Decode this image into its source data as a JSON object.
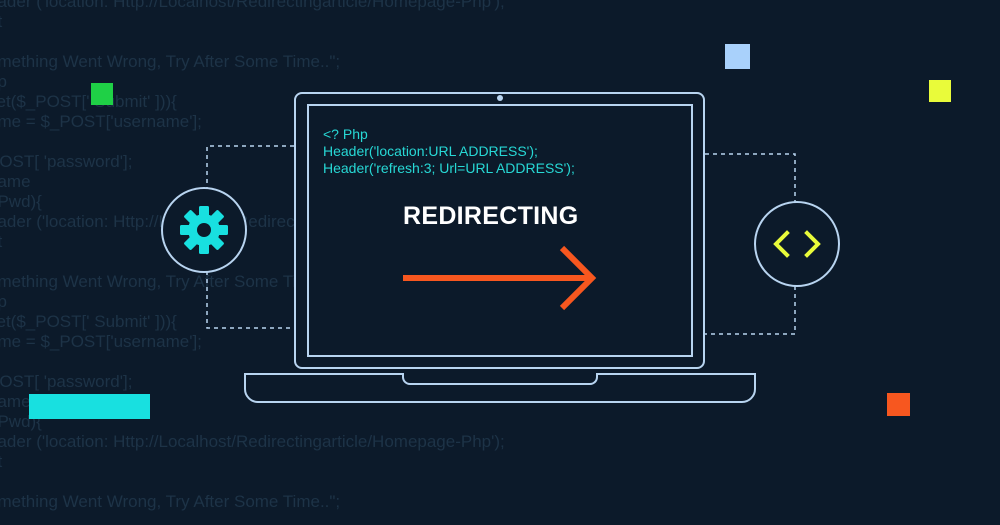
{
  "background_code": [
    "eader ('location: Http://Localhost/Redirectingarticle/Homepage-Php');",
    "et",
    "g",
    "omething Went Wrong, Try After Some Time..\";",
    "hp",
    "set($_POST[' Submit' ])){",
    "ame = $_POST['username'];",
    "d",
    "POST[ 'password'];",
    "name",
    "$Pwd){",
    "eader ('location: Http://Localhost/Redirectingarticle/Homepage-Php');",
    "et",
    "g",
    "omething Went Wrong, Try After Some Time..\";",
    "hp",
    "set($_POST[' Submit' ])){",
    "ame = $_POST['username'];",
    "d",
    "POST[ 'password'];",
    "name",
    "$Pwd){",
    "eader ('location: Http://Localhost/Redirectingarticle/Homepage-Php');",
    "et",
    "g",
    "omething Went Wrong, Try After Some Time..\";"
  ],
  "screen": {
    "code": [
      "<? Php",
      "Header('location:URL ADDRESS');",
      "Header('refresh:3; Url=URL ADDRESS');"
    ],
    "headline": "REDIRECTING"
  },
  "icons": {
    "left": "gear-icon",
    "right": "code-brackets-icon",
    "arrow": "arrow-right-icon"
  },
  "colors": {
    "background": "#0c1a2a",
    "outline": "#b8d4f0",
    "code_text": "#27d8d5",
    "arrow": "#f7571f",
    "gear": "#18e0e0",
    "brackets": "#e9fb3a",
    "square_blue": "#a9d1fb",
    "square_green": "#1fd046",
    "square_yellow": "#e9fb3a",
    "square_cyan": "#18e0e0",
    "square_orange": "#f7571f"
  }
}
